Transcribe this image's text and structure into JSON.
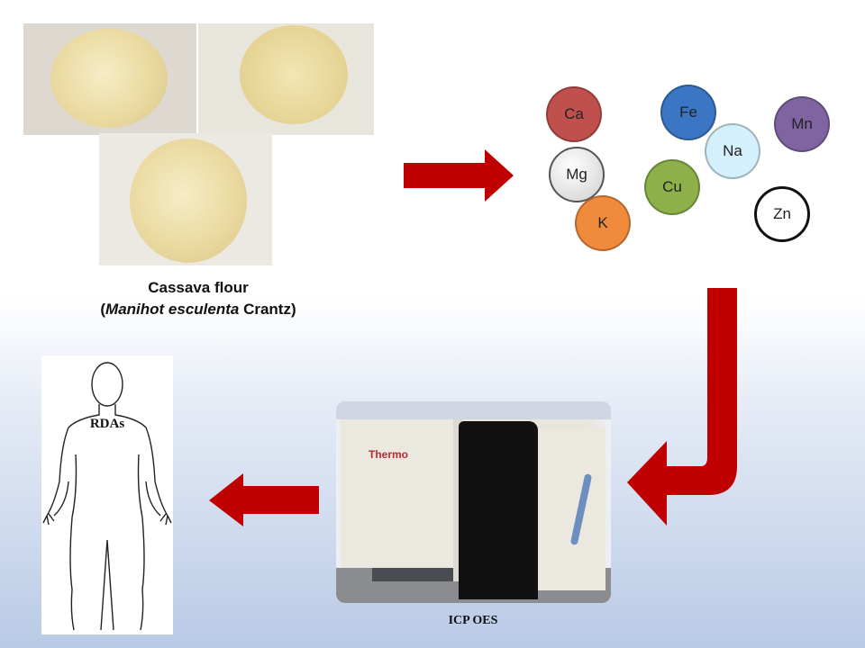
{
  "source": {
    "title": "Cassava  flour",
    "latin_prefix": "(",
    "latin_name": "Manihot esculenta",
    "latin_suffix": " Crantz)"
  },
  "elements": [
    {
      "symbol": "Ca",
      "color": "#c0504d"
    },
    {
      "symbol": "Fe",
      "color": "#3a76c4"
    },
    {
      "symbol": "Mn",
      "color": "#8064a2"
    },
    {
      "symbol": "Na",
      "color": "#d4f0fc"
    },
    {
      "symbol": "Mg",
      "color": "#dcdcdc"
    },
    {
      "symbol": "Cu",
      "color": "#8db04a"
    },
    {
      "symbol": "K",
      "color": "#f08a3c"
    },
    {
      "symbol": "Zn",
      "color": "#ffffff"
    }
  ],
  "instrument": {
    "brand": "Thermo",
    "label": "ICP OES"
  },
  "human": {
    "label": "RDAs"
  },
  "arrow_color": "#c00000"
}
